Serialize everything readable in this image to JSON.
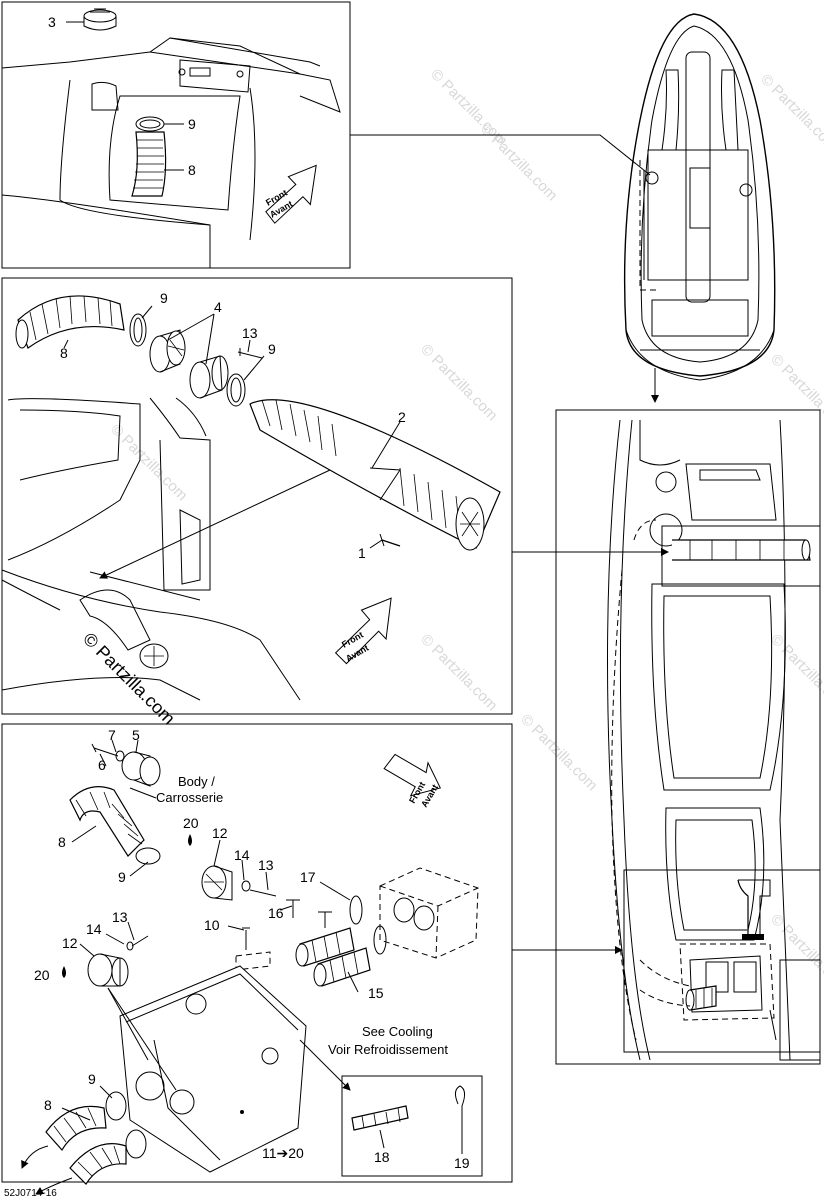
{
  "diagram": {
    "code": "52J0714-16",
    "watermark": "© Partzilla.com",
    "callouts": {
      "p1": [
        "3",
        "9",
        "8"
      ],
      "p2": [
        "9",
        "4",
        "13",
        "9",
        "8",
        "2",
        "1"
      ],
      "p3": [
        "7",
        "5",
        "6",
        "8",
        "9",
        "20",
        "12",
        "14",
        "13",
        "17",
        "16",
        "10",
        "14",
        "13",
        "12",
        "20",
        "15",
        "9",
        "8",
        "11➔20",
        "18",
        "19"
      ]
    },
    "front_label": [
      "Front",
      "Avant"
    ],
    "body_label": [
      "Body /",
      "Carrosserie"
    ],
    "cooling_label": [
      "See Cooling",
      "Voir Refroidissement"
    ]
  }
}
